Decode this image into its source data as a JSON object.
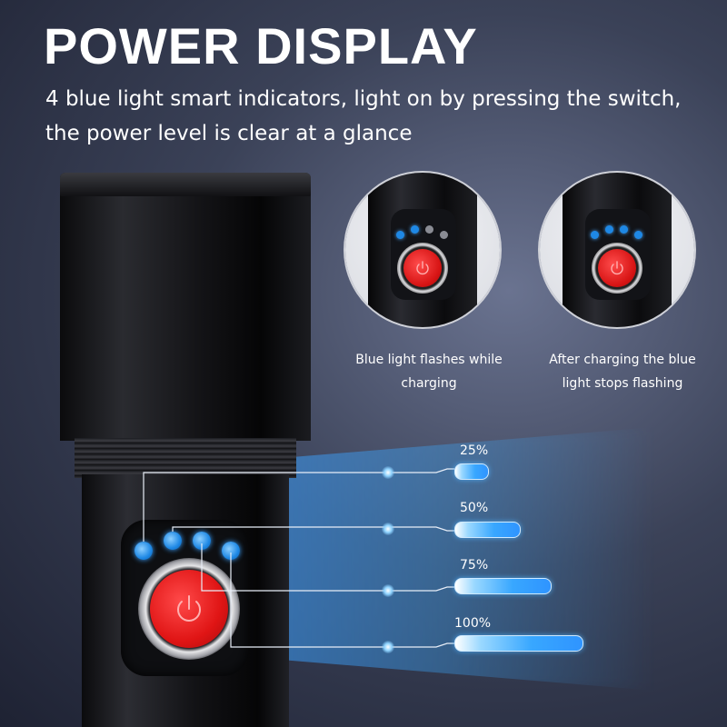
{
  "header": {
    "title": "POWER DISPLAY",
    "subtitle": "4 blue light smart indicators, light on by pressing the switch, the power level is clear at a glance"
  },
  "insets": [
    {
      "caption_line1": "Blue light flashes while",
      "caption_line2": "charging",
      "indicator_state": [
        "on",
        "on",
        "off",
        "off"
      ]
    },
    {
      "caption_line1": "After charging the blue",
      "caption_line2": "light stops flashing",
      "indicator_state": [
        "on",
        "on",
        "on",
        "on"
      ]
    }
  ],
  "levels": [
    {
      "label": "25%",
      "fill": 0.25
    },
    {
      "label": "50%",
      "fill": 0.5
    },
    {
      "label": "75%",
      "fill": 0.75
    },
    {
      "label": "100%",
      "fill": 1.0
    }
  ],
  "colors": {
    "indicator_blue": "#1e88e5",
    "button_red": "#e01515",
    "background": "#3b4258"
  },
  "icons": {
    "power": "power-icon"
  }
}
